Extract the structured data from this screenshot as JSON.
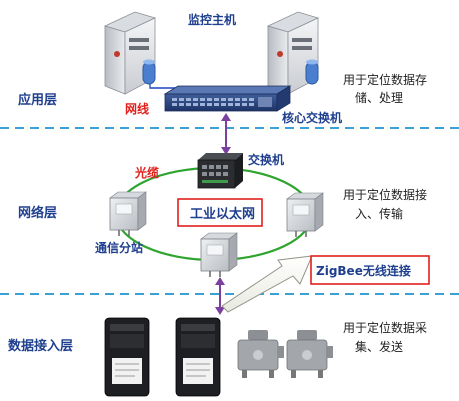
{
  "layers": [
    {
      "key": "application",
      "label": "应用层",
      "desc_lines": [
        "用于定位数据存",
        "储、处理"
      ]
    },
    {
      "key": "network",
      "label": "网络层",
      "desc_lines": [
        "用于定位数据接",
        "入、传输"
      ]
    },
    {
      "key": "access",
      "label": "数据接入层",
      "desc_lines": [
        "用于定位数据采",
        "集、发送"
      ]
    }
  ],
  "labels": {
    "host": "监控主机",
    "cable": "网线",
    "core_switch": "核心交换机",
    "fiber": "光缆",
    "switch": "交换机",
    "ethernet": "工业以太网",
    "station": "通信分站",
    "zigbee": "ZigBee无线连接"
  },
  "colors": {
    "divider": "#3aa0d6",
    "red_text": "#e0201c",
    "ring": "#2fa530",
    "link_arrow": "#7b3fa0",
    "label_blue": "#1f3f8f"
  },
  "icons": [
    "server-icon",
    "network-switch-icon",
    "industrial-switch-icon",
    "substation-icon",
    "reader-device-icon",
    "sensor-box-icon"
  ]
}
